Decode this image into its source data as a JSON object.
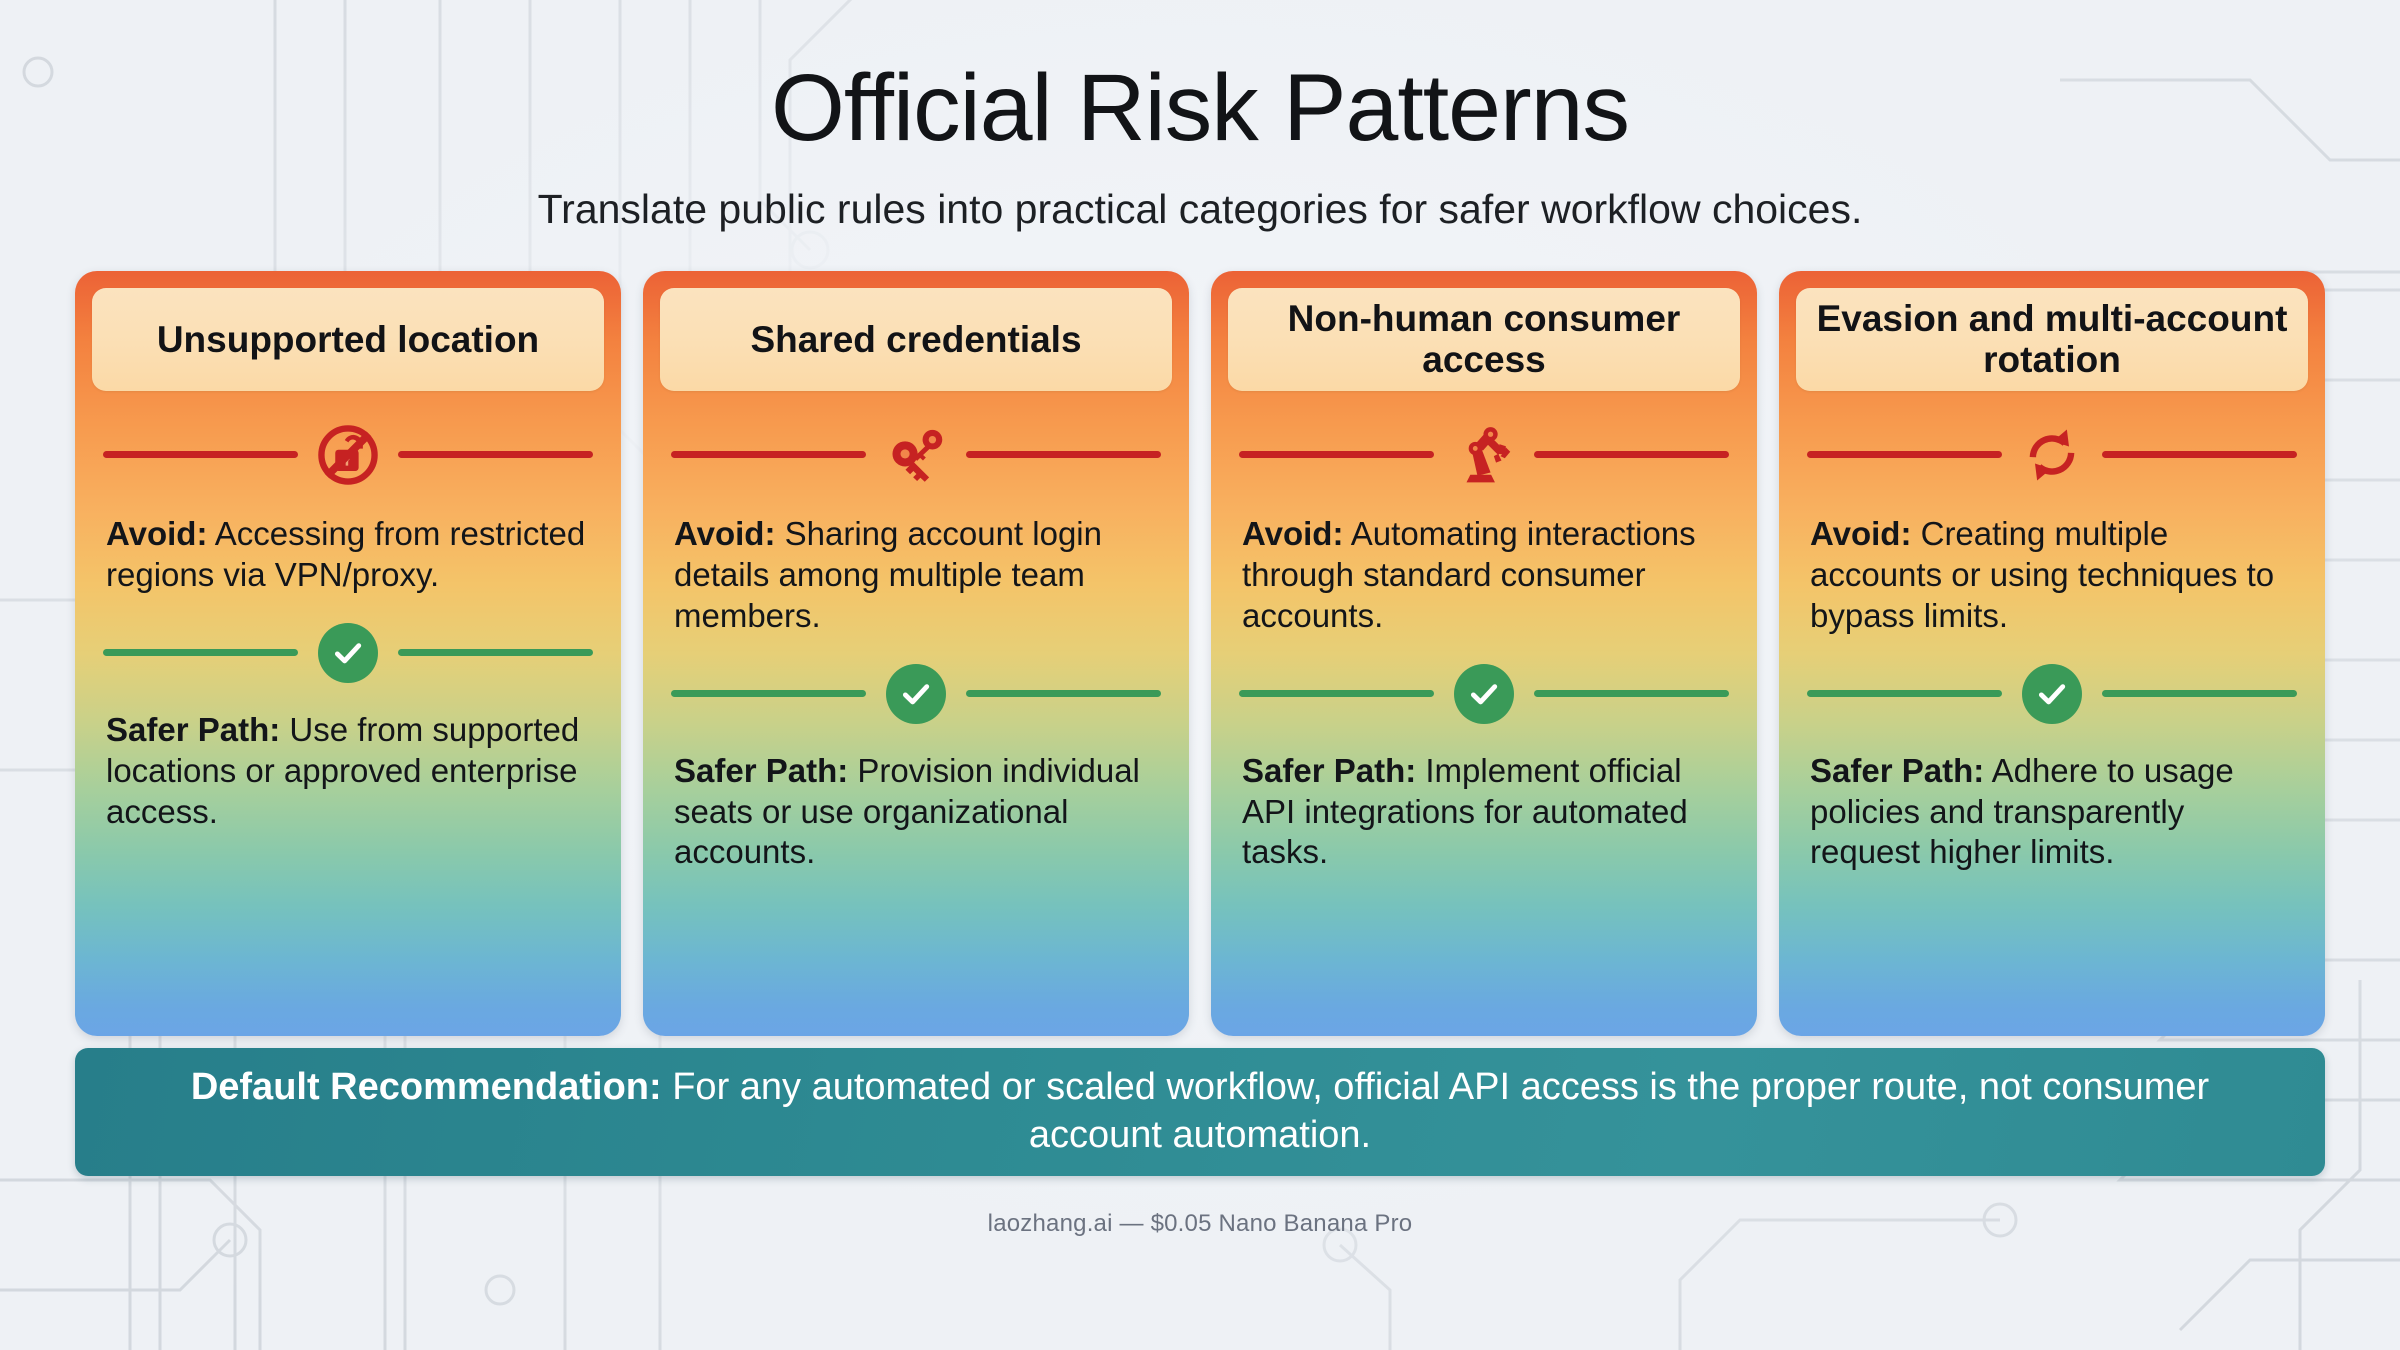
{
  "header": {
    "title": "Official Risk Patterns",
    "subtitle": "Translate public rules into practical categories for safer workflow choices."
  },
  "labels": {
    "avoid_prefix": "Avoid:",
    "safer_prefix": "Safer Path:",
    "recommendation_prefix": "Default Recommendation:"
  },
  "cards": [
    {
      "title": "Unsupported location",
      "icon": "no-unlocked-padlock-icon",
      "avoid": "Accessing from restricted regions via VPN/proxy.",
      "safer_icon": "check-circle-icon",
      "safer": "Use from supported locations or approved enterprise access."
    },
    {
      "title": "Shared credentials",
      "icon": "two-keys-icon",
      "avoid": "Sharing account login details among multiple team members.",
      "safer_icon": "check-circle-icon",
      "safer": "Provision individual seats or use organizational accounts."
    },
    {
      "title": "Non-human consumer access",
      "icon": "robot-arm-icon",
      "avoid": "Automating interactions through standard consumer accounts.",
      "safer_icon": "check-circle-icon",
      "safer": "Implement official API integrations for automated tasks."
    },
    {
      "title": "Evasion and multi-account rotation",
      "icon": "rotation-arrows-icon",
      "avoid": "Creating multiple accounts or using techniques to bypass limits.",
      "safer_icon": "check-circle-icon",
      "safer": "Adhere to usage policies and transparently request higher limits."
    }
  ],
  "banner": {
    "text": "For any automated or scaled workflow, official API access is the proper route, not consumer account automation."
  },
  "footer": {
    "watermark": "laozhang.ai — $0.05 Nano Banana Pro"
  },
  "colors": {
    "avoid_red": "#c62222",
    "safer_green": "#3a9a58",
    "card_top": "#ec6236",
    "card_bottom": "#6ba5e6",
    "header_badge": "#fbdfb4",
    "banner_teal": "#2e8b93",
    "page_bg": "#eef1f5"
  }
}
